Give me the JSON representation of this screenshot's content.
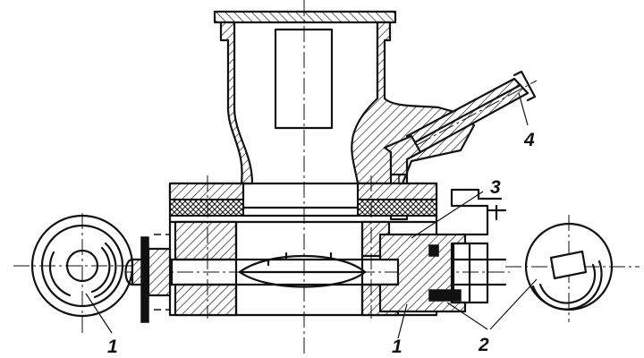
{
  "labels": {
    "label_1_left": "1",
    "label_1_bottom": "1",
    "label_2": "2",
    "label_3": "3",
    "label_4": "4"
  }
}
